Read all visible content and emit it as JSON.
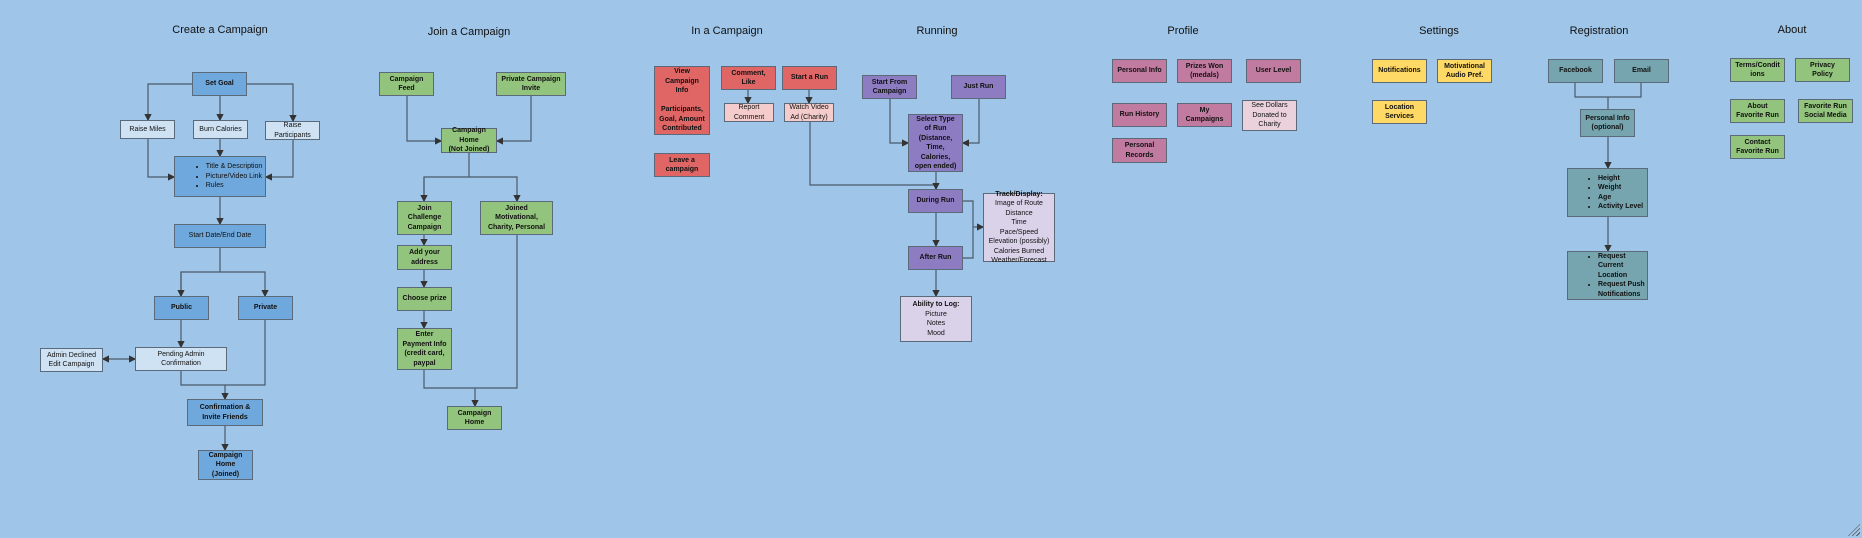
{
  "colors": {
    "background": "#9fc5e8",
    "create": "#6fa8dc",
    "join": "#93c47d",
    "in_campaign": "#e06666",
    "running": "#8e7cc3",
    "profile": "#c27ba0",
    "settings": "#ffd966",
    "registration": "#76a5af",
    "about": "#93c47d"
  },
  "create": {
    "title": "Create a Campaign",
    "set_goal": "Set Goal",
    "raise_miles": "Raise Miles",
    "burn_calories": "Burn Calories",
    "raise_participants": "Raise\nParticipants",
    "details": [
      "Title & Description",
      "Picture/Video Link",
      "Rules"
    ],
    "dates": "Start Date/End Date",
    "public": "Public",
    "private": "Private",
    "admin_declined": "Admin Declined\nEdit Campaign",
    "pending": "Pending Admin\nConfirmation",
    "confirmation": "Confirmation &\nInvite Friends",
    "home_joined": "Campaign\nHome\n(Joined)"
  },
  "join": {
    "title": "Join a Campaign",
    "feed": "Campaign\nFeed",
    "private_invite": "Private Campaign\nInvite",
    "home_not_joined": "Campaign\nHome\n(Not Joined)",
    "join_challenge": "Join\nChallenge\nCampaign",
    "joined_other": "Joined\nMotivational,\nCharity, Personal",
    "address": "Add your\naddress",
    "prize": "Choose prize",
    "payment": "Enter\nPayment Info\n(credit card,\npaypal",
    "home": "Campaign\nHome"
  },
  "in_campaign": {
    "title": "In a Campaign",
    "view_info": "View\nCampaign\nInfo\n\nParticipants,\nGoal, Amount\nContributed",
    "comment": "Comment,\nLike",
    "report": "Report\nComment",
    "start_run": "Start a Run",
    "watch_ad": "Watch Video\nAd (Charity)",
    "leave": "Leave a\ncampaign"
  },
  "running": {
    "title": "Running",
    "start_from_campaign": "Start From\nCampaign",
    "just_run": "Just Run",
    "select_type": "Select Type\nof Run\n(Distance,\nTime,\nCalories,\nopen ended)",
    "during": "During Run",
    "after": "After Run",
    "track_heading": "Track/Display:",
    "track_items": "Image of Route\nDistance\nTime\nPace/Speed\nElevation (possibly)\nCalories Burned\nWeather/Forecast",
    "log_heading": "Ability to Log:",
    "log_items": "Picture\nNotes\nMood"
  },
  "profile": {
    "title": "Profile",
    "personal_info": "Personal Info",
    "prizes": "Prizes Won\n(medals)",
    "user_level": "User Level",
    "run_history": "Run History",
    "my_campaigns": "My\nCampaigns",
    "dollars": "See Dollars\nDonated to\nCharity",
    "records": "Personal\nRecords"
  },
  "settings": {
    "title": "Settings",
    "notifications": "Notifications",
    "audio": "Motivational\nAudio Pref.",
    "location": "Location\nServices"
  },
  "registration": {
    "title": "Registration",
    "facebook": "Facebook",
    "email": "Email",
    "personal_info": "Personal Info\n(optional)",
    "metrics": [
      "Height",
      "Weight",
      "Age",
      "Activity Level"
    ],
    "requests": [
      "Request Current Location",
      "Request Push Notifications"
    ]
  },
  "about": {
    "title": "About",
    "terms": "Terms/Condit\nions",
    "privacy": "Privacy\nPolicy",
    "about_run": "About\nFavorite Run",
    "social": "Favorite Run\nSocial Media",
    "contact": "Contact\nFavorite Run"
  }
}
